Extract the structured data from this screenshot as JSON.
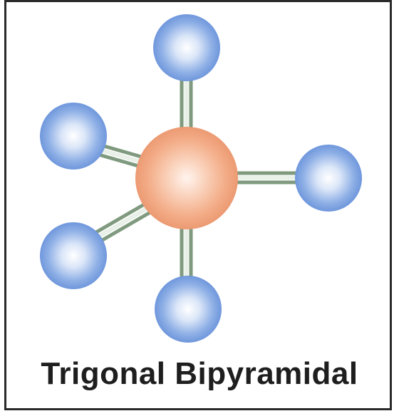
{
  "caption": "Trigonal Bipyramidal",
  "colors": {
    "central_atom": "#f0a27c",
    "outer_atom": "#6f97dc",
    "bond": "#8ca28b",
    "frame": "#2a2a2a",
    "caption_text": "#1e1e1e"
  },
  "atoms": {
    "central": "central-atom",
    "outer_count": 5
  }
}
